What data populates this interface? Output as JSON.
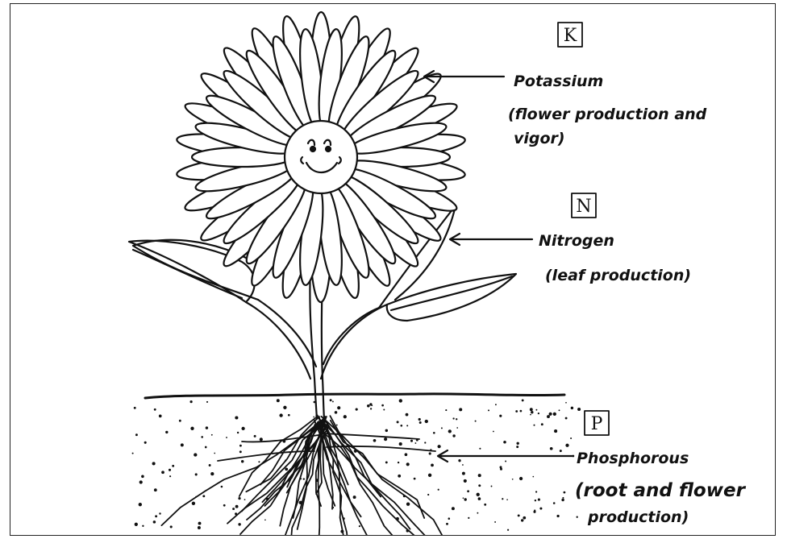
{
  "labels": {
    "potassium": {
      "symbol": "K",
      "name": "Potassium",
      "desc_line1": "(flower production and",
      "desc_line2": "vigor)"
    },
    "nitrogen": {
      "symbol": "N",
      "name": "Nitrogen",
      "desc_line1": "(leaf production)"
    },
    "phosphorus": {
      "symbol": "P",
      "name": "Phosphorous",
      "desc_line1": "(root and flower",
      "desc_line2": "production)"
    }
  },
  "icons": [
    "daisy-flower-icon",
    "smiley-face-icon",
    "leaf-icon",
    "root-icon",
    "soil-icon",
    "arrow-icon"
  ],
  "colors": {
    "ink": "#111111",
    "paper": "#ffffff"
  }
}
